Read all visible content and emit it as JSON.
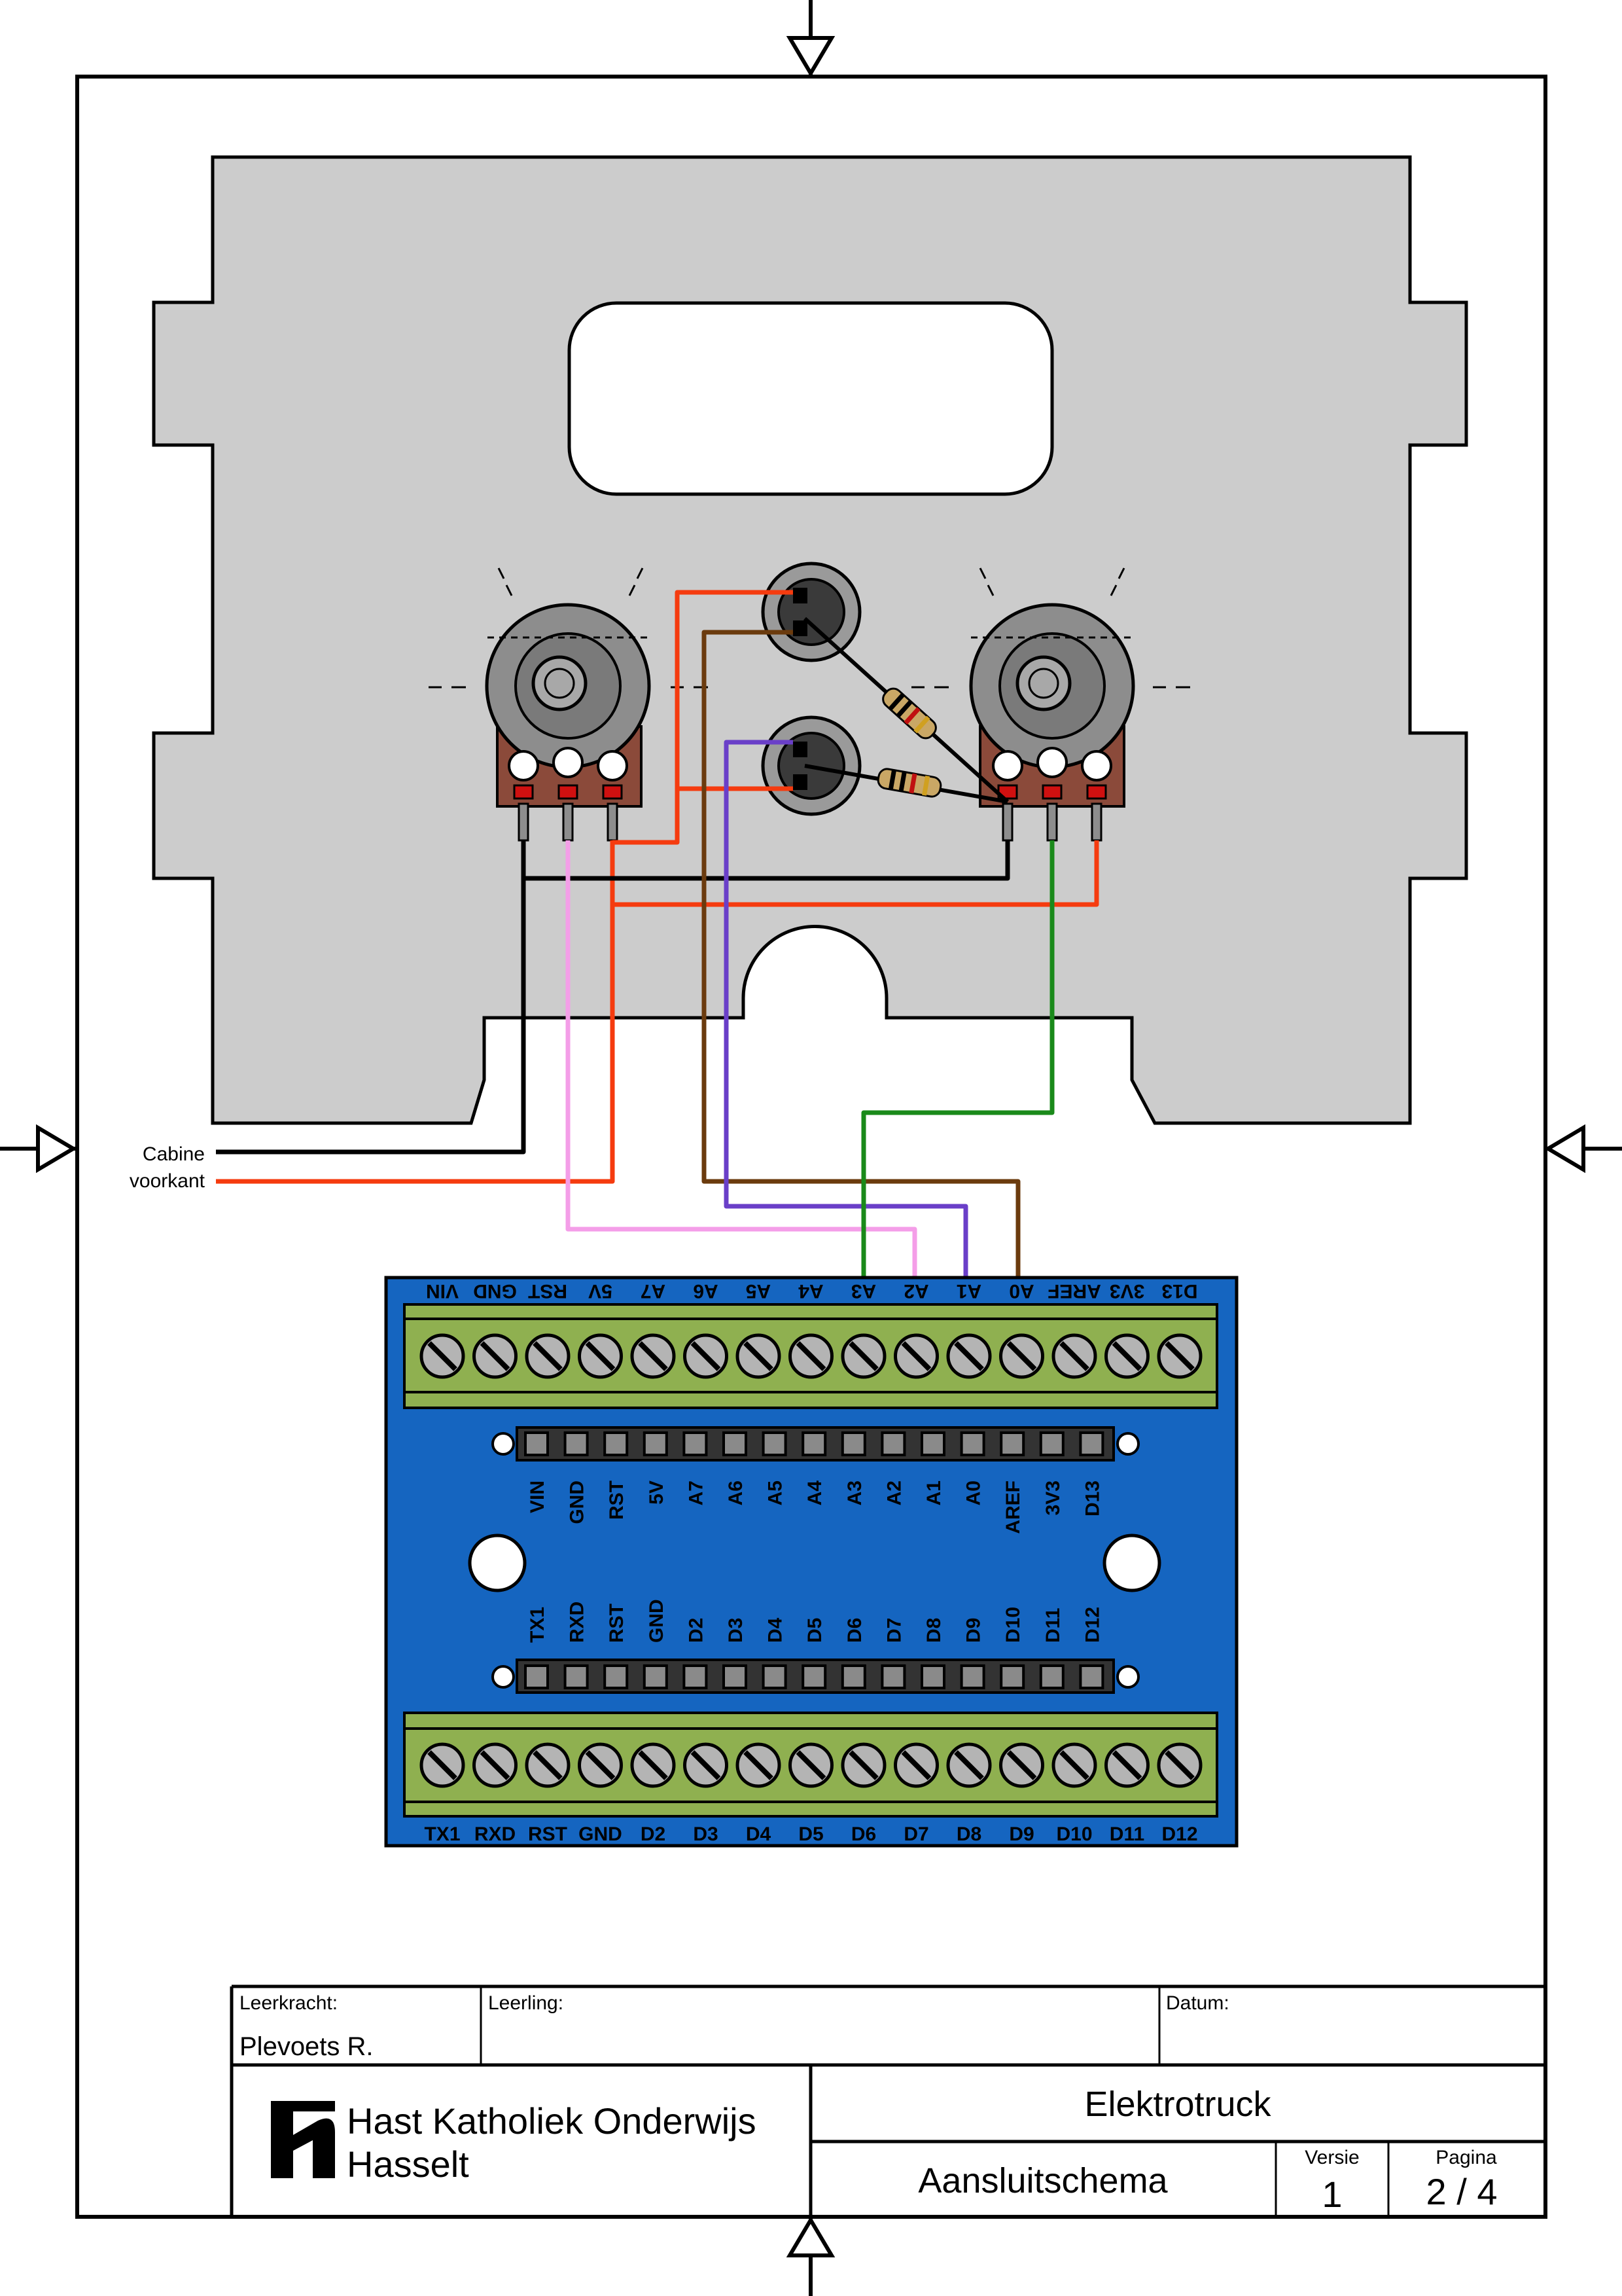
{
  "title_block": {
    "teacher_label": "Leerkracht:",
    "teacher_value": "Plevoets R.",
    "student_label": "Leerling:",
    "student_value": "",
    "date_label": "Datum:",
    "date_value": "",
    "school_line1": "Hast Katholiek Onderwijs",
    "school_line2": "Hasselt",
    "project": "Elektrotruck",
    "drawing": "Aansluitschema",
    "version_label": "Versie",
    "version_value": "1",
    "page_label": "Pagina",
    "page_value": "2 / 4"
  },
  "wire_label": {
    "line1": "Cabine",
    "line2": "voorkant"
  },
  "terminal_block": {
    "top_screw_labels": [
      "VIN",
      "GND",
      "RST",
      "5V",
      "A7",
      "A6",
      "A5",
      "A4",
      "A3",
      "A2",
      "A1",
      "A0",
      "AREF",
      "3V3",
      "D13"
    ],
    "header_top_labels": [
      "VIN",
      "GND",
      "RST",
      "5V",
      "A7",
      "A6",
      "A5",
      "A4",
      "A3",
      "A2",
      "A1",
      "A0",
      "AREF",
      "3V3",
      "D13"
    ],
    "header_bottom_labels": [
      "TX1",
      "RXD",
      "RST",
      "GND",
      "D2",
      "D3",
      "D4",
      "D5",
      "D6",
      "D7",
      "D8",
      "D9",
      "D10",
      "D11",
      "D12"
    ],
    "bottom_screw_labels": [
      "TX1",
      "RXD",
      "RST",
      "GND",
      "D2",
      "D3",
      "D4",
      "D5",
      "D6",
      "D7",
      "D8",
      "D9",
      "D10",
      "D11",
      "D12"
    ]
  },
  "colors": {
    "panel": "#cccccc",
    "board": "#1565c0",
    "terminal": "#8fb050",
    "wire_red": "#f53b0f",
    "wire_black": "#000000",
    "wire_brown": "#6b3b0e",
    "wire_purple": "#6a3fc8",
    "wire_pink": "#f49ee8",
    "wire_green": "#1a8a1a"
  }
}
